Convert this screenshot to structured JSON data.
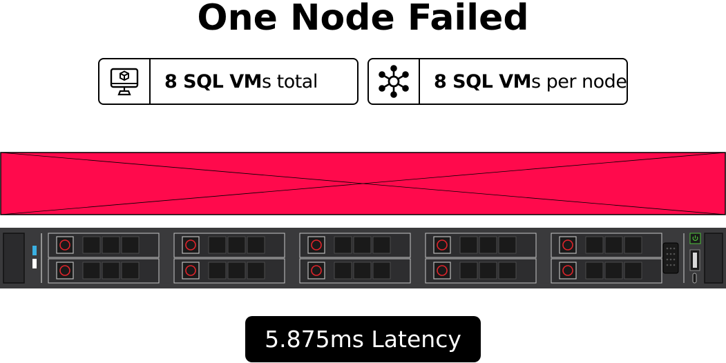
{
  "title": "One Node Failed",
  "info_boxes": [
    {
      "icon": "monitor-cube-icon",
      "bold": "8 SQL VM",
      "rest": "s total"
    },
    {
      "icon": "hub-network-icon",
      "bold": "8 SQL VM",
      "rest": "s per node"
    }
  ],
  "failed_node": {
    "status": "failed",
    "color": "#ff0a4c"
  },
  "server": {
    "drive_bays": 10,
    "body_color": "#3a3a3c",
    "bay_color": "#1a1a1a",
    "drive_led_color": "#e0242b",
    "status_led_colors": [
      "#3ab0e2",
      "#ffffff"
    ],
    "power_icon": "power-icon",
    "power_led_color": "#4ec23a",
    "ports": [
      "vga-port",
      "usb-port",
      "usb-c-port"
    ]
  },
  "latency": {
    "label": "5.875ms Latency"
  },
  "colors": {
    "accent_failed": "#ff0a4c",
    "text": "#000000",
    "badge_bg": "#000000"
  }
}
